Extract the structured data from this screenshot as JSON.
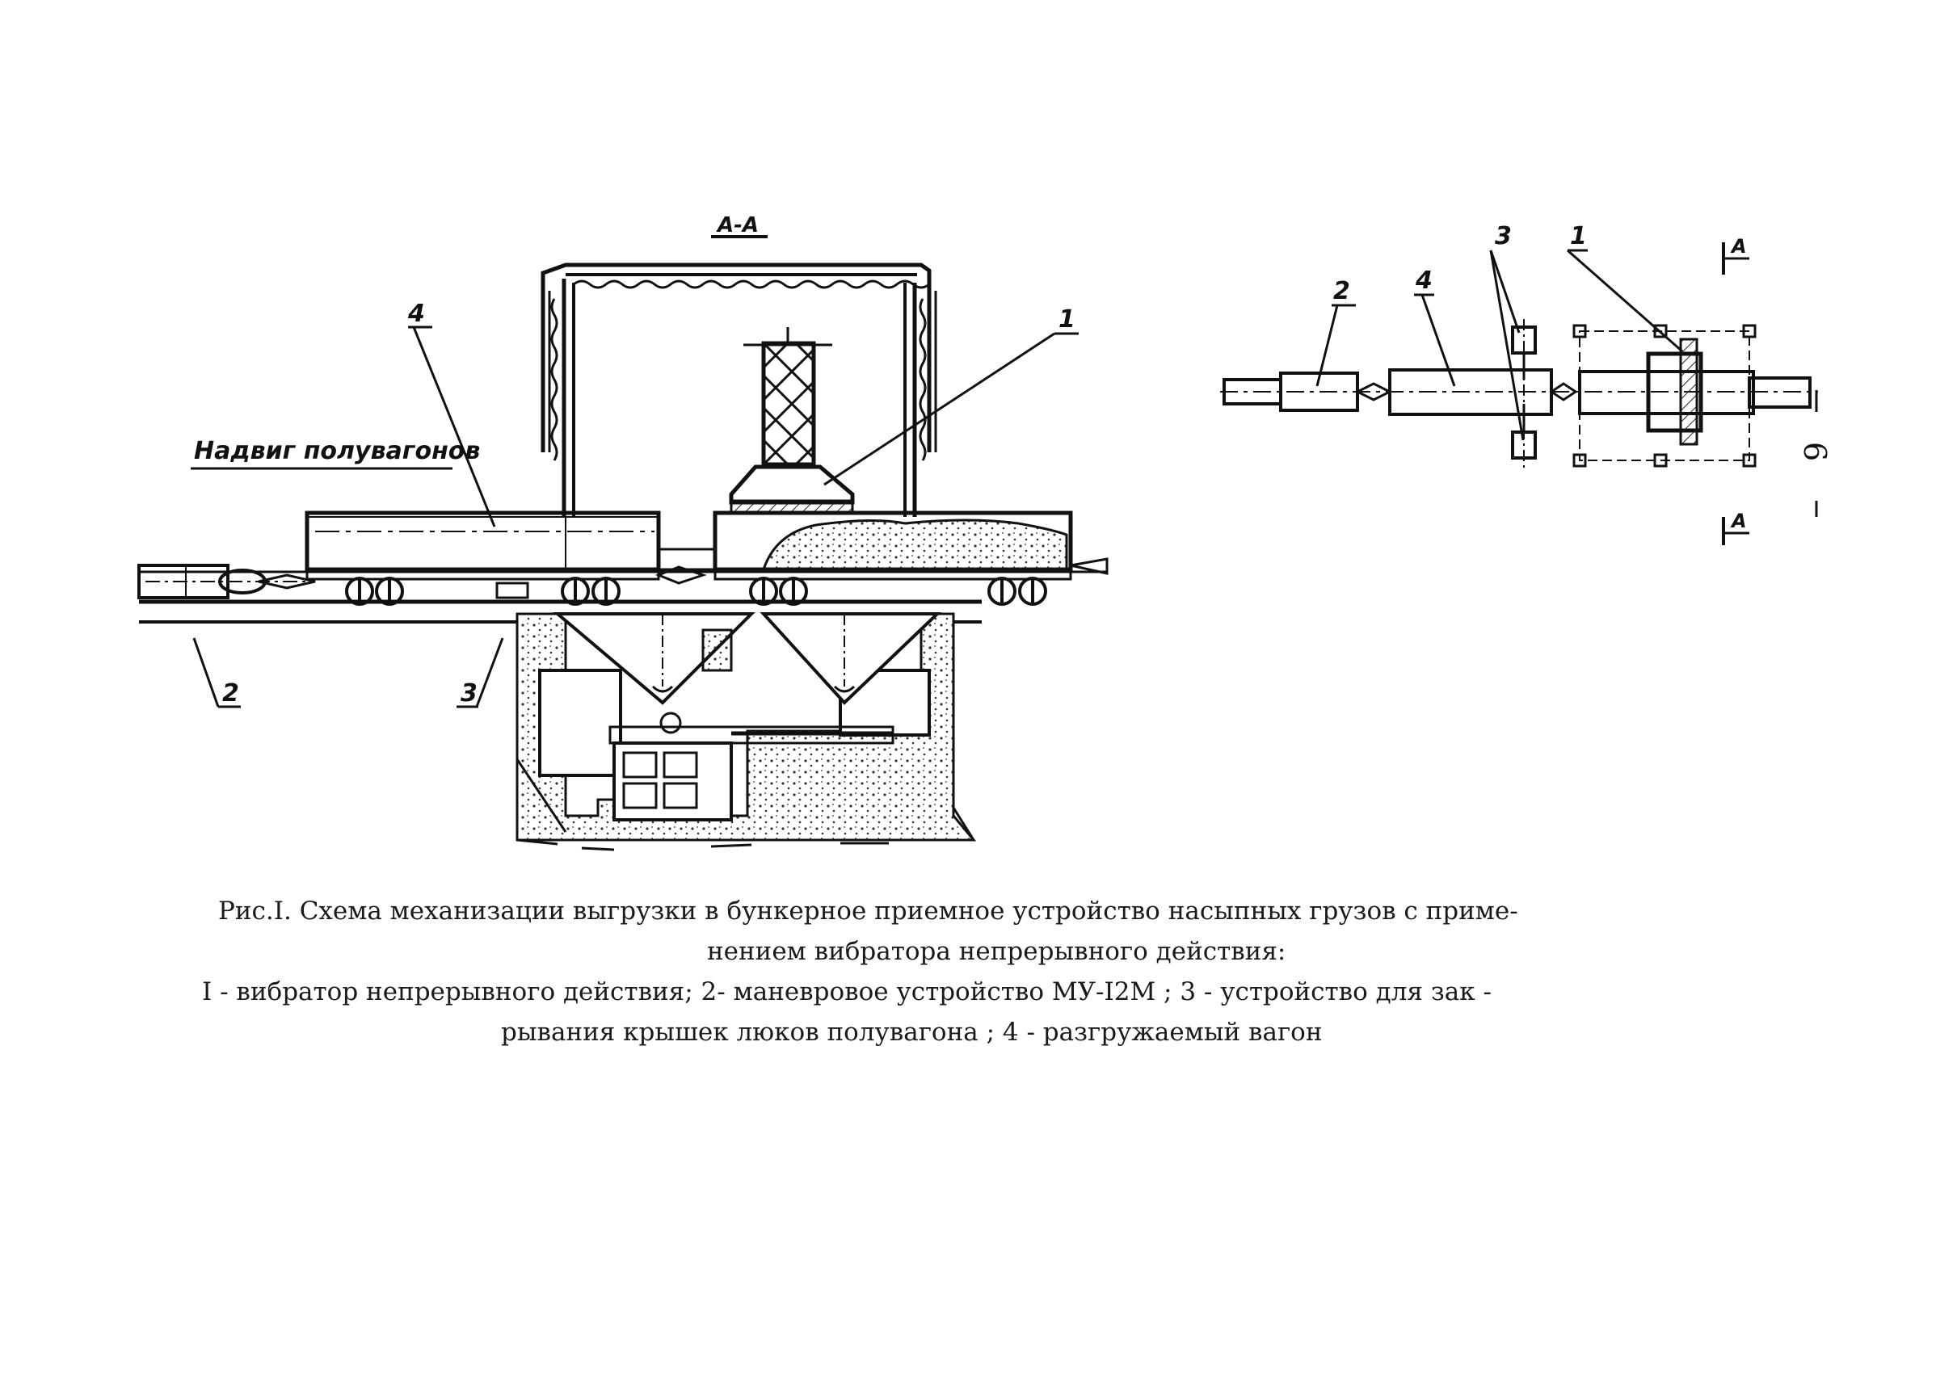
{
  "section_label_main": "А-А",
  "section_mark_a": "А",
  "push_label": "Надвиг полувагонов",
  "labels": {
    "n1": "1",
    "n2": "2",
    "n3": "3",
    "n4": "4"
  },
  "page_number": "6",
  "caption": {
    "line1": "Рис.I. Схема механизации выгрузки в бункерное приемное устройство насыпных грузов с приме-",
    "line2": "нением вибратора непрерывного действия:",
    "line3": "I - вибратор непрерывного действия; 2- маневровое устройство МУ-I2М ; 3 - устройство для зак -",
    "line4": "рывания крышек люков полувагона ; 4 - разгружаемый вагон"
  },
  "colors": {
    "ink": "#111111",
    "concrete": "#444444",
    "paper": "#ffffff"
  }
}
